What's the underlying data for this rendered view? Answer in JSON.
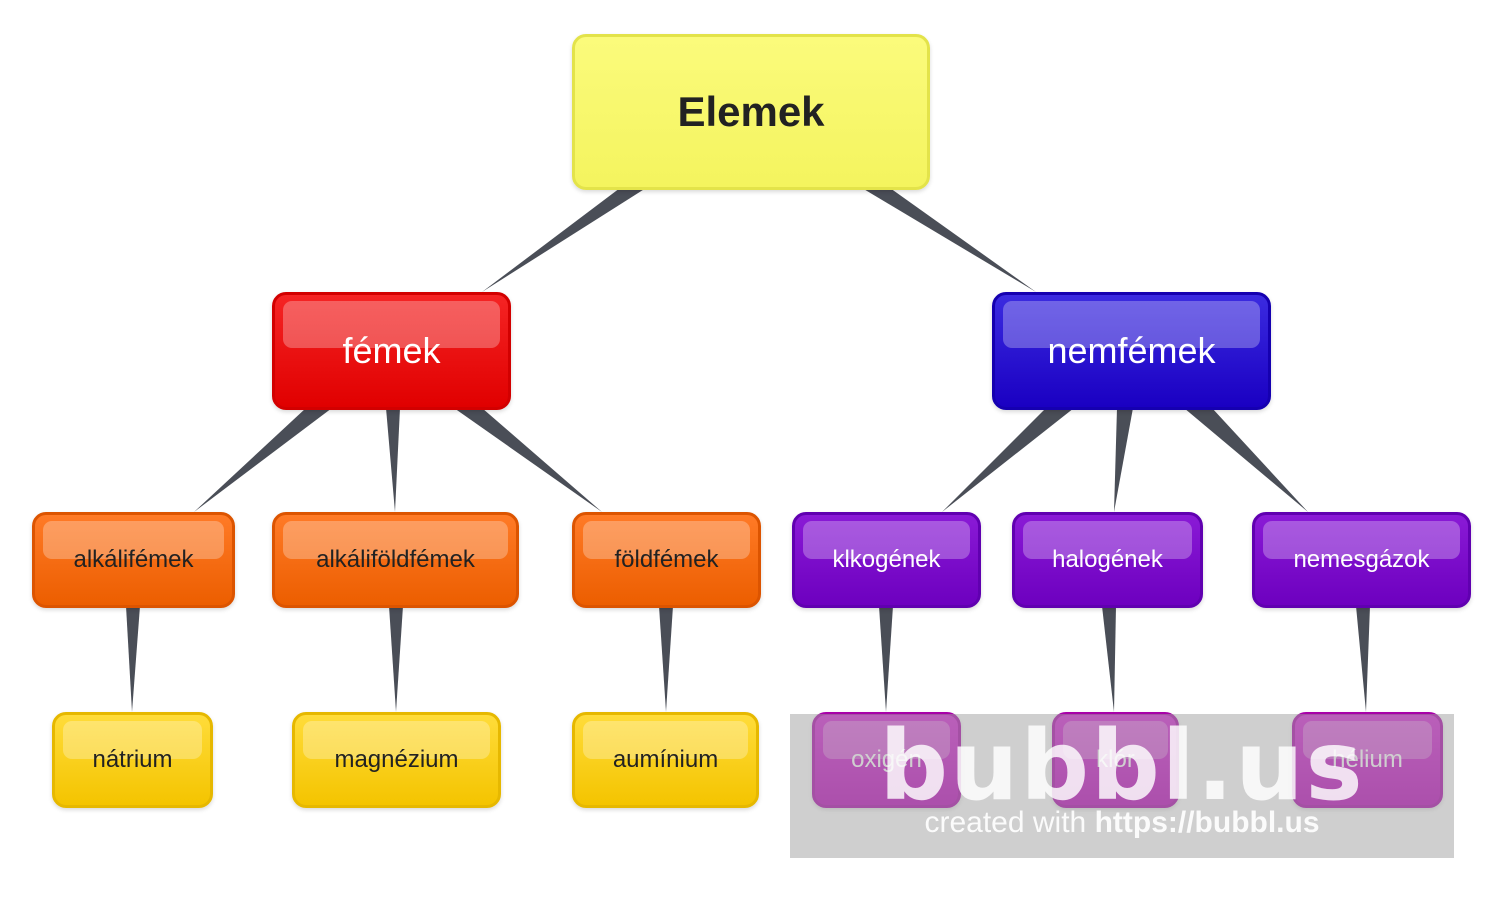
{
  "nodes": [
    {
      "id": "elemek",
      "text": "Elemek",
      "parent": null
    },
    {
      "id": "femek",
      "text": "fémek",
      "parent": "elemek"
    },
    {
      "id": "nemfemek",
      "text": "nemfémek",
      "parent": "elemek"
    },
    {
      "id": "alkalifemek",
      "text": "alkálifémek",
      "parent": "femek"
    },
    {
      "id": "alkalifoldfemek",
      "text": "alkáliföldfémek",
      "parent": "femek"
    },
    {
      "id": "foldfemek",
      "text": "földfémek",
      "parent": "femek"
    },
    {
      "id": "klkogenek",
      "text": "klkogének",
      "parent": "nemfemek"
    },
    {
      "id": "halogenek",
      "text": "halogének",
      "parent": "nemfemek"
    },
    {
      "id": "nemesgazok",
      "text": "nemesgázok",
      "parent": "nemfemek"
    },
    {
      "id": "natrium",
      "text": "nátrium",
      "parent": "alkalifemek"
    },
    {
      "id": "magnezium",
      "text": "magnézium",
      "parent": "alkalifoldfemek"
    },
    {
      "id": "auminium",
      "text": "aumínium",
      "parent": "foldfemek"
    },
    {
      "id": "oxigen",
      "text": "oxigén",
      "parent": "klkogenek"
    },
    {
      "id": "klor",
      "text": "klór",
      "parent": "halogenek"
    },
    {
      "id": "helium",
      "text": "hélium",
      "parent": "nemesgazok"
    }
  ],
  "colors": {
    "root": "#f6f665",
    "metals": "#e60a0a",
    "nonmetals": "#1f08c8",
    "metal_groups": "#f06410",
    "nonmetal_groups": "#7308c6",
    "metal_elements": "#f8cc10",
    "nonmetal_elements": "#c00ac0",
    "connector": "#4a4e57"
  },
  "watermark": {
    "logo": "bubbl.us",
    "prefix": "created with",
    "url": "https://bubbl.us"
  }
}
